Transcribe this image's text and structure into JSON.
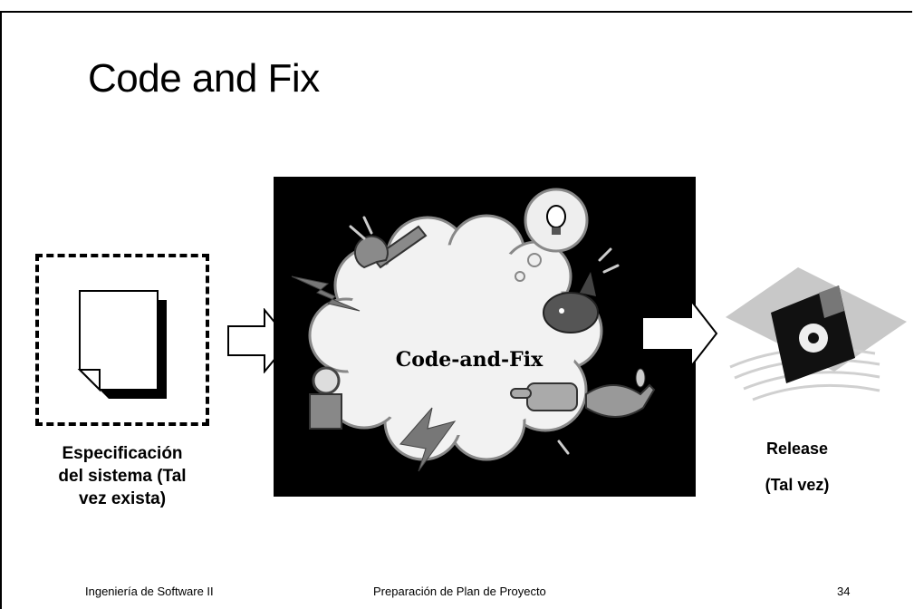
{
  "slide": {
    "title": "Code and Fix"
  },
  "spec": {
    "label_line1": "Especificación",
    "label_line2": "del sistema (Tal",
    "label_line3": "vez exista)"
  },
  "center_image": {
    "label": "Code-and-Fix"
  },
  "release": {
    "label": "Release",
    "sublabel": "(Tal vez)"
  },
  "footer": {
    "left": "Ingeniería de Software II",
    "center": "Preparación de Plan de Proyecto",
    "page_number": "34"
  }
}
